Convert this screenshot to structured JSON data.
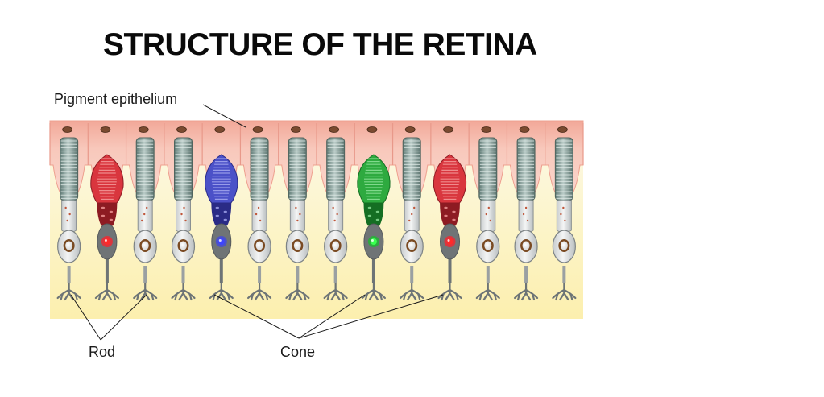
{
  "title": "STRUCTURE OF THE RETINA",
  "labels": {
    "pigment": "Pigment epithelium",
    "rod": "Rod",
    "cone": "Cone"
  },
  "colors": {
    "epithelium": "#f7c3b6",
    "epithelium_edge": "#ef9f8c",
    "background_top": "#fdf8e6",
    "background_bottom": "#fcefae",
    "rod_disc": "#7f9a95",
    "cell_body": "#e4e6e7",
    "cell_outline": "#7d8385",
    "nucleus_ring": "#7a4a22"
  },
  "cells": [
    {
      "type": "rod"
    },
    {
      "type": "cone",
      "color": "red"
    },
    {
      "type": "rod"
    },
    {
      "type": "rod"
    },
    {
      "type": "cone",
      "color": "blue"
    },
    {
      "type": "rod"
    },
    {
      "type": "rod"
    },
    {
      "type": "rod"
    },
    {
      "type": "cone",
      "color": "green"
    },
    {
      "type": "rod"
    },
    {
      "type": "cone",
      "color": "red"
    },
    {
      "type": "rod"
    },
    {
      "type": "rod"
    },
    {
      "type": "rod"
    }
  ],
  "cone_colors": {
    "red": {
      "light": "#f49a9a",
      "mid": "#d9363e",
      "dark": "#8d1b22",
      "glow": "#ff2a2a"
    },
    "blue": {
      "light": "#a5a9ef",
      "mid": "#4b51c8",
      "dark": "#2a2b86",
      "glow": "#3d44ff"
    },
    "green": {
      "light": "#8fe29a",
      "mid": "#2eaa3f",
      "dark": "#156e23",
      "glow": "#39ff4f"
    }
  }
}
